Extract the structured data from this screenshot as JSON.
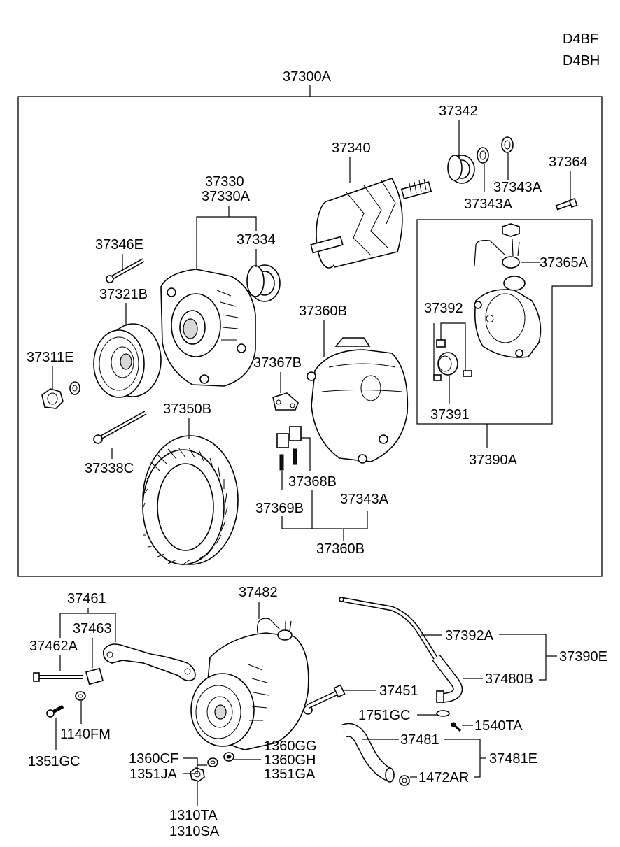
{
  "engine_codes": [
    "D4BF",
    "D4BH"
  ],
  "assembly": {
    "code": "37300A",
    "box_labels": {
      "rotor": "37340",
      "bearing_rear": "37342",
      "washer_a": "37343A",
      "washer_b": "37343A",
      "bolt_rear": "37364",
      "front_bracket": "37330",
      "front_bracket_alt": "37330A",
      "bearing_front": "37334",
      "stud_bolt": "37346E",
      "pulley": "37321B",
      "nut": "37311E",
      "rear_bracket": "37360B",
      "brush_holder": "37367B",
      "stator": "37350B",
      "through_bolt": "37338C",
      "brush": "37368B",
      "brush_spring": "37369B",
      "cover_ref": "37343A",
      "rear_bracket_group": "37360B",
      "vacuum_cap": "37365A",
      "vane": "37392",
      "rotor_vane": "37391",
      "vacuum_pump": "37390A"
    }
  },
  "lower": {
    "bracket": "37461",
    "bushing": "37463",
    "bolt_long": "37462A",
    "washer": "1140FM",
    "bolt_short": "1351GC",
    "alternator": "37482",
    "bolt_mount": "37451",
    "nut_cf": "1360CF",
    "bolt_ja": "1351JA",
    "nut_gg": "1360GG",
    "nut_gh": "1360GH",
    "bolt_ga": "1351GA",
    "nut_ta": "1310TA",
    "nut_sa": "1310SA",
    "vac_pipe": "37392A",
    "vac_hose": "37480B",
    "vac_group": "37390E",
    "oring": "1751GC",
    "clip": "1540TA",
    "oil_hose": "37481",
    "oil_group": "37481E",
    "clamp": "1472AR"
  }
}
